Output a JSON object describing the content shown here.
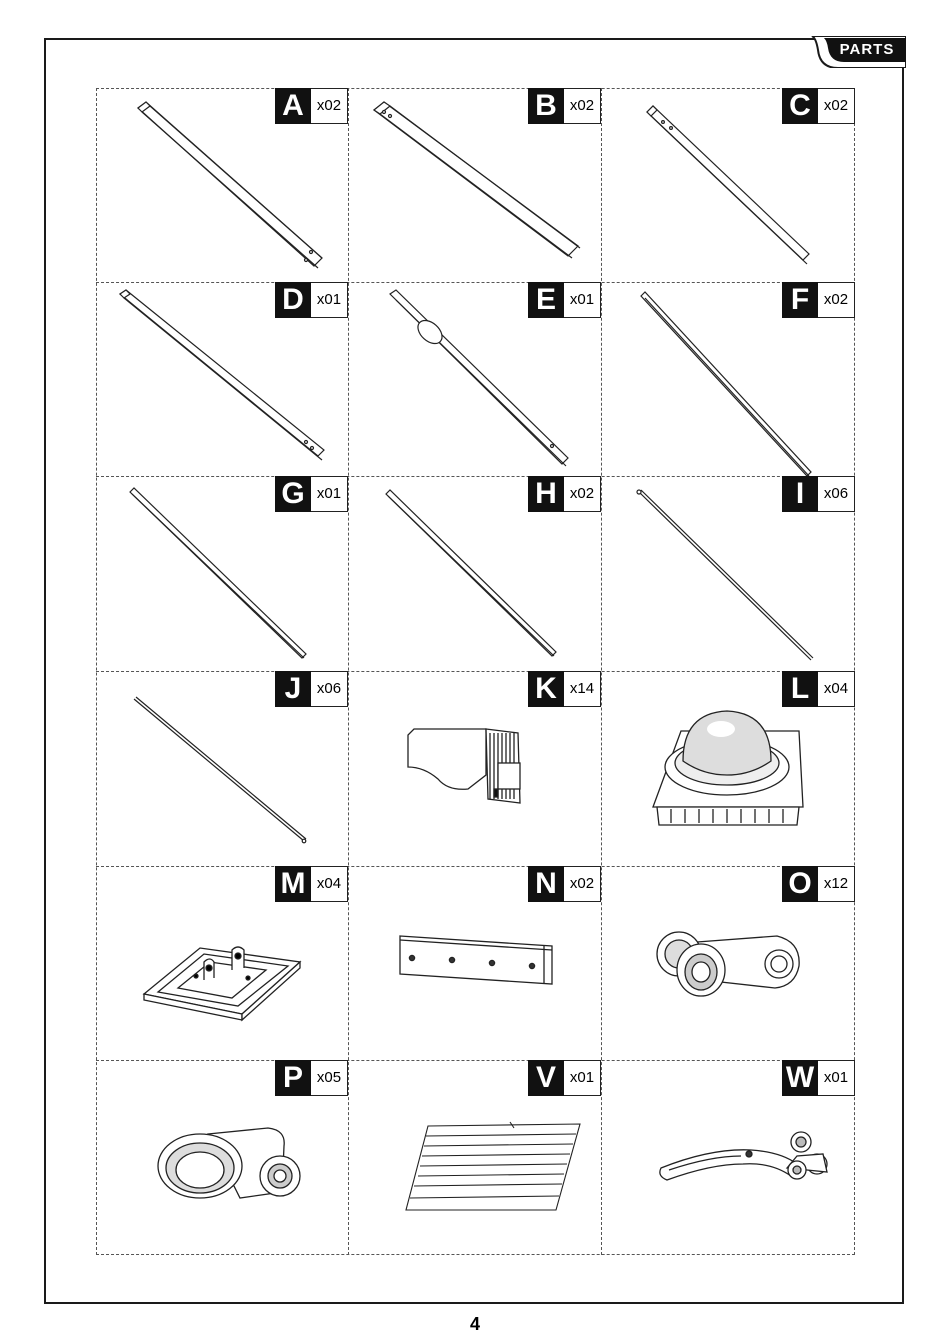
{
  "header": {
    "tab_label": "PARTS"
  },
  "parts": [
    {
      "letter": "A",
      "qty": "x02",
      "icon": "square-tube-long"
    },
    {
      "letter": "B",
      "qty": "x02",
      "icon": "square-tube-long"
    },
    {
      "letter": "C",
      "qty": "x02",
      "icon": "square-tube-slim"
    },
    {
      "letter": "D",
      "qty": "x01",
      "icon": "square-tube-long"
    },
    {
      "letter": "E",
      "qty": "x01",
      "icon": "tube-with-bracket"
    },
    {
      "letter": "F",
      "qty": "x02",
      "icon": "tube-thin"
    },
    {
      "letter": "G",
      "qty": "x01",
      "icon": "rod"
    },
    {
      "letter": "H",
      "qty": "x02",
      "icon": "rod"
    },
    {
      "letter": "I",
      "qty": "x06",
      "icon": "thin-rod"
    },
    {
      "letter": "J",
      "qty": "x06",
      "icon": "thin-rod"
    },
    {
      "letter": "K",
      "qty": "x14",
      "icon": "connector-sleeve"
    },
    {
      "letter": "L",
      "qty": "x04",
      "icon": "dome-foot"
    },
    {
      "letter": "M",
      "qty": "x04",
      "icon": "base-plate"
    },
    {
      "letter": "N",
      "qty": "x02",
      "icon": "flat-bracket"
    },
    {
      "letter": "O",
      "qty": "x12",
      "icon": "roller-link"
    },
    {
      "letter": "P",
      "qty": "x05",
      "icon": "ring-bracket"
    },
    {
      "letter": "V",
      "qty": "x01",
      "icon": "canopy-panel"
    },
    {
      "letter": "W",
      "qty": "x01",
      "icon": "curved-handle"
    }
  ],
  "footer": {
    "page_number": "4"
  }
}
